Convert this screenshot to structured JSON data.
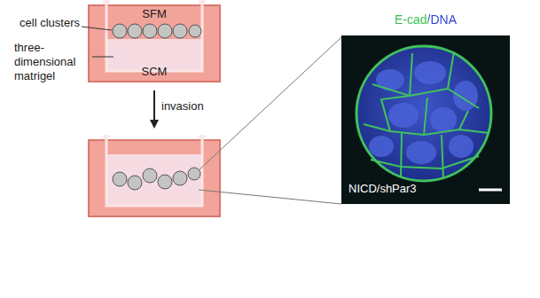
{
  "diagram": {
    "nodes": [
      {
        "text": [
          "SFM",
          "SCM"
        ]
      },
      {
        "text": [
          "E-cad/DNA",
          "NICD/shPar3"
        ]
      }
    ],
    "labels": [
      "cell clusters",
      "three-dimensional matrigel",
      "invasion"
    ]
  }
}
